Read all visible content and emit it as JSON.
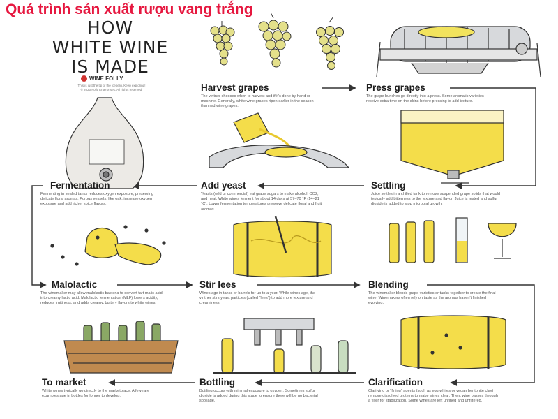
{
  "header": {
    "vietnamese_title": "Quá trình sản xuất rượu vang trắng",
    "title_lines": [
      "HOW",
      "WHITE WINE",
      "IS MADE"
    ],
    "brand": "WINE FOLLY",
    "credit_line1": "This is just the tip of the iceberg. Keep exploring!",
    "credit_line2": "© 2020 Folly Enterprises. All rights reserved."
  },
  "steps": {
    "harvest": {
      "title": "Harvest grapes",
      "desc": "The vintner chooses when to harvest and if it's done by hand or machine. Generally, white wine grapes ripen earlier in the season than red wine grapes."
    },
    "press": {
      "title": "Press grapes",
      "desc": "The grape bunches go directly into a press. Some aromatic varieties receive extra time on the skins before pressing to add texture."
    },
    "settling": {
      "title": "Settling",
      "desc": "Juice settles in a chilled tank to remove suspended grape solids that would typically add bitterness to the texture and flavor. Juice is tested and sulfur dioxide is added to stop microbial growth."
    },
    "yeast": {
      "title": "Add yeast",
      "desc": "Yeasts (wild or commercial) eat grape sugars to make alcohol, CO2, and heat. White wines ferment for about 14 days at 57–70 °F (14–21 °C). Lower fermentation temperatures preserve delicate floral and fruit aromas."
    },
    "fermentation": {
      "title": "Fermentation",
      "desc": "Fermenting in sealed tanks reduces oxygen exposure, preserving delicate floral aromas. Porous vessels, like oak, increase oxygen exposure and add richer spice flavors."
    },
    "malolactic": {
      "title": "Malolactic",
      "desc": "The winemaker may allow malolactic bacteria to convert tart malic acid into creamy lactic acid. Malolactic fermentation (MLF) lowers acidity, reduces fruitiness, and adds creamy, buttery flavors to white wines."
    },
    "stir": {
      "title": "Stir lees",
      "desc": "Wines age in tanks or barrels for up to a year. While wines age, the vintner stirs yeast particles (called \"lees\") to add more texture and creaminess."
    },
    "blending": {
      "title": "Blending",
      "desc": "The winemaker blends grape varieties or tanks together to create the final wine. Winemakers often rely on taste as the aromas haven't finished evolving."
    },
    "market": {
      "title": "To market",
      "desc": "White wines typically go directly to the marketplace. A few rare examples age in bottles for longer to develop."
    },
    "bottling": {
      "title": "Bottling",
      "desc": "Bottling occurs with minimal exposure to oxygen. Sometimes sulfur dioxide is added during this stage to ensure there will be no bacterial spoilage."
    },
    "clarification": {
      "title": "Clarification",
      "desc": "Clarifying or \"fining\" agents (such as egg whites or vegan bentonite clay) remove dissolved proteins to make wines clear. Then, wine passes through a filter for stabilization. Some wines are left unfined and unfiltered."
    }
  },
  "colors": {
    "title_red": "#e6173f",
    "wine_yellow": "#f4dd4a",
    "line": "#333333",
    "brand_red": "#d0322f"
  }
}
